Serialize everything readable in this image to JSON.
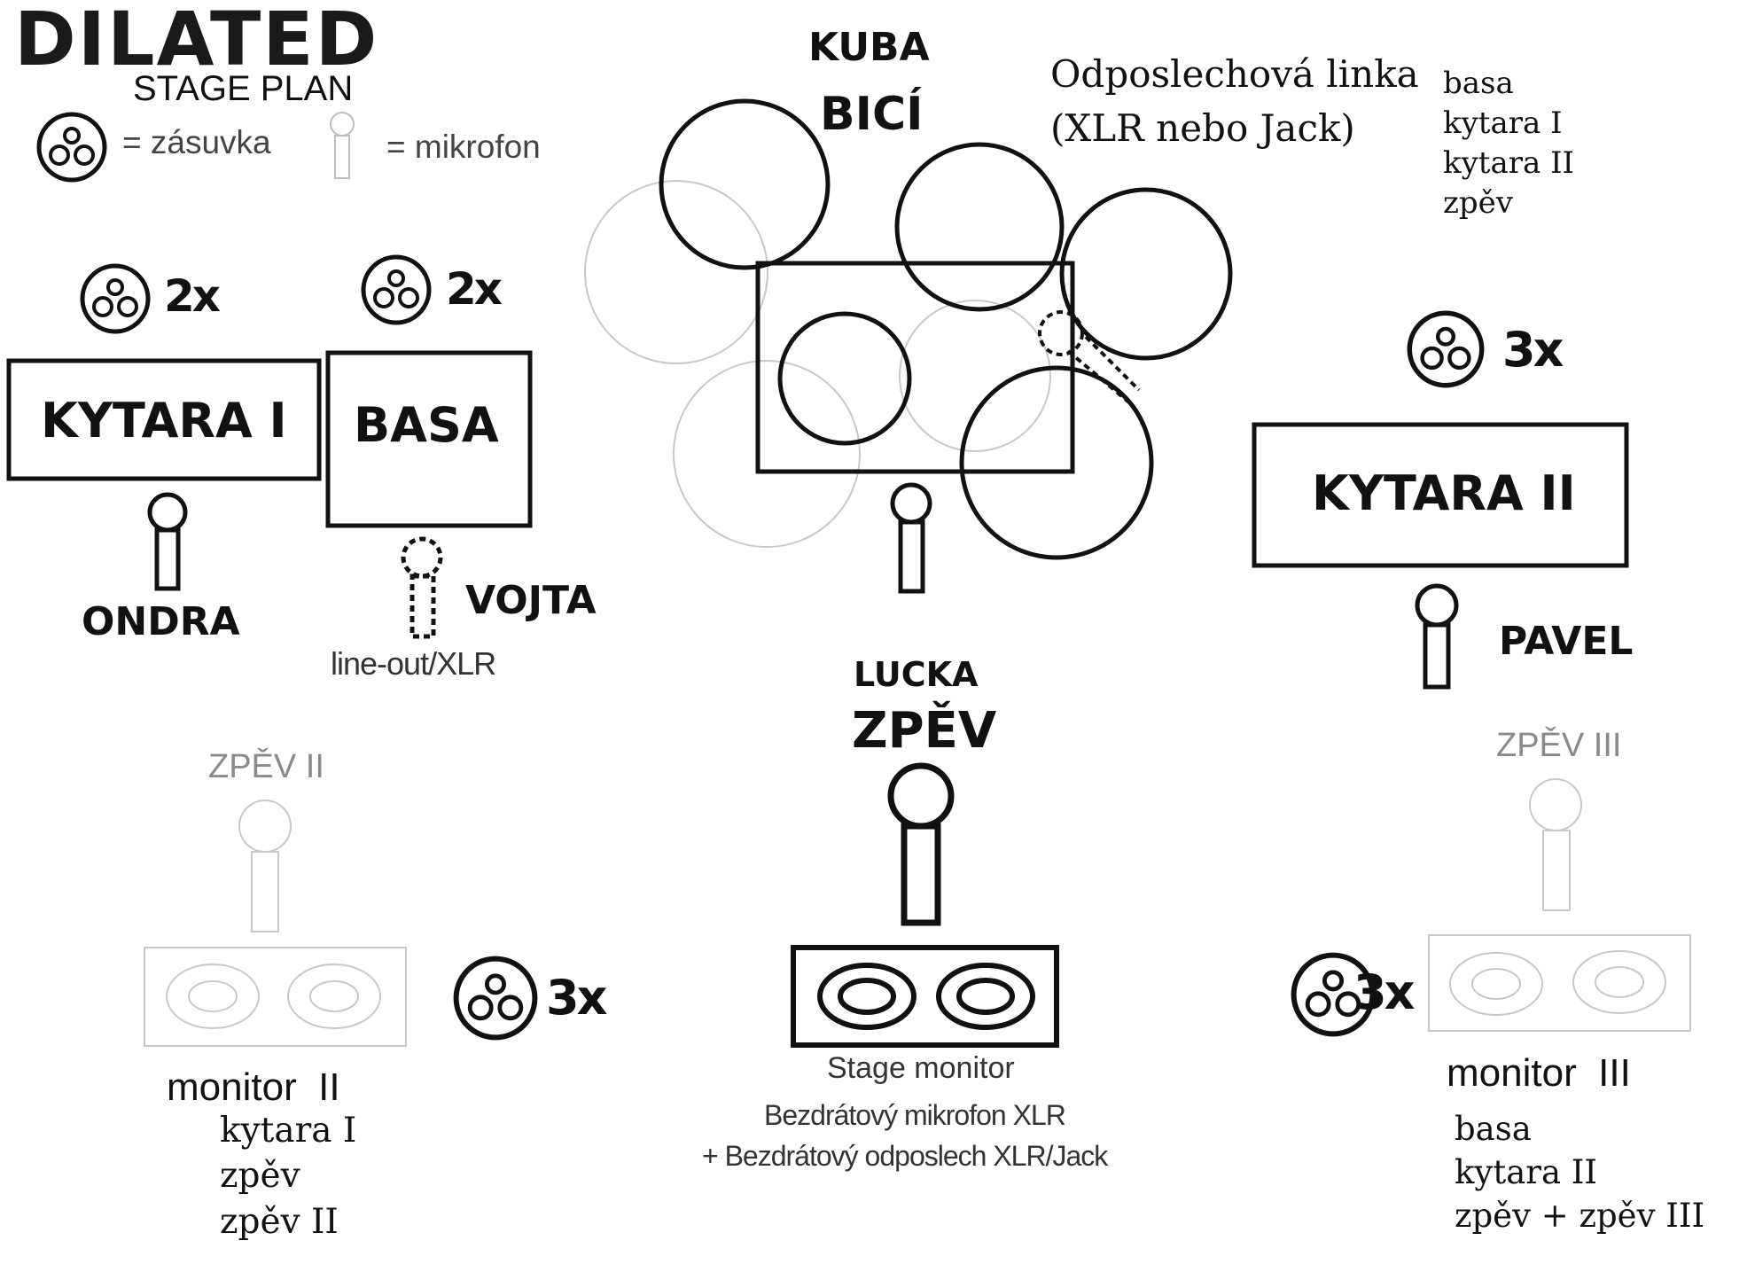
{
  "header": {
    "logo": "DILATED",
    "subtitle": "STAGE PLAN",
    "legend_socket": "= zásuvka",
    "legend_mic": "= mikrofon"
  },
  "drums": {
    "name": "KUBA",
    "instrument": "BICÍ"
  },
  "monitor_line": {
    "title_line1": "Odposlechová linka",
    "title_line2": "(XLR nebo Jack)",
    "channels": [
      "basa",
      "kytara I",
      "kytara II",
      "zpěv"
    ]
  },
  "guitar1": {
    "box_label": "KYTARA I",
    "socket_count": "2x",
    "player": "ONDRA"
  },
  "bass": {
    "box_label": "BASA",
    "socket_count": "2x",
    "player": "VOJTA",
    "note": "line-out/XLR"
  },
  "guitar2": {
    "box_label": "KYTARA II",
    "socket_count": "3x",
    "player": "PAVEL"
  },
  "lead_vocal": {
    "name": "LUCKA",
    "role": "ZPĚV",
    "monitor_label": "Stage monitor",
    "note_line1": "Bezdrátový mikrofon  XLR",
    "note_line2": "+ Bezdrátový odposlech XLR/Jack"
  },
  "vocal2": {
    "label": "ZPĚV II",
    "socket_count": "3x",
    "monitor_label": "monitor  II",
    "mix": [
      "kytara I",
      "zpěv",
      "zpěv II"
    ]
  },
  "vocal3": {
    "label": "ZPĚV III",
    "socket_count": "3x",
    "monitor_label": "monitor  III",
    "mix": [
      "basa",
      "kytara II",
      "zpěv + zpěv III"
    ]
  },
  "colors": {
    "ink": "#111111",
    "faded": "#bdbdbd",
    "faded_text": "#8a8a8a",
    "background": "#ffffff"
  }
}
